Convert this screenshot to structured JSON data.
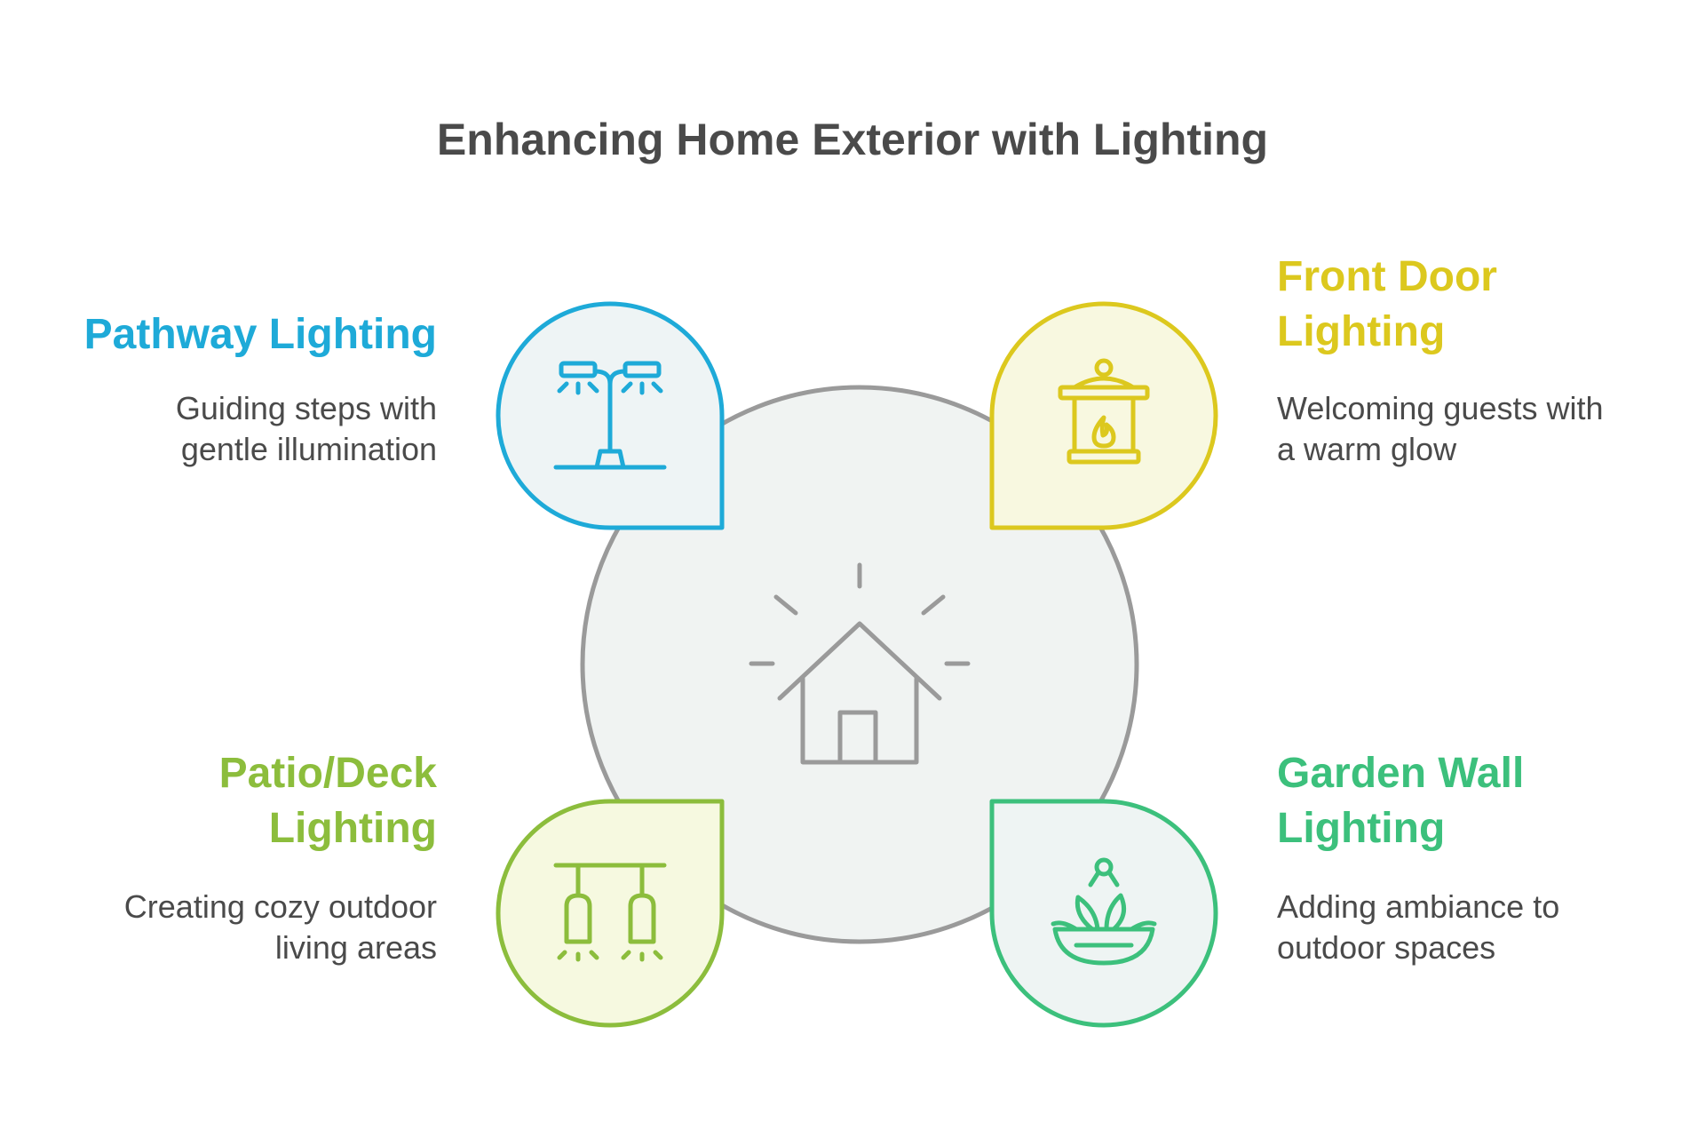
{
  "title": "Enhancing Home Exterior with Lighting",
  "colors": {
    "pathway": "#1eaad8",
    "front_door": "#dcc81e",
    "patio": "#8cbd3c",
    "garden": "#3cc07c",
    "center_stroke": "#9a9a9a",
    "center_fill": "#f0f3f2",
    "text": "#4a4a4a"
  },
  "center": {
    "icon": "house-icon"
  },
  "items": {
    "pathway": {
      "heading": "Pathway Lighting",
      "description": "Guiding steps with\ngentle illumination",
      "icon": "street-lamp-icon"
    },
    "front_door": {
      "heading": "Front Door\nLighting",
      "description": "Welcoming guests with\na warm glow",
      "icon": "lantern-icon"
    },
    "patio": {
      "heading": "Patio/Deck\nLighting",
      "description": "Creating cozy outdoor\nliving areas",
      "icon": "pendant-lights-icon"
    },
    "garden": {
      "heading": "Garden Wall\nLighting",
      "description": "Adding ambiance to\noutdoor spaces",
      "icon": "plant-bowl-icon"
    }
  }
}
